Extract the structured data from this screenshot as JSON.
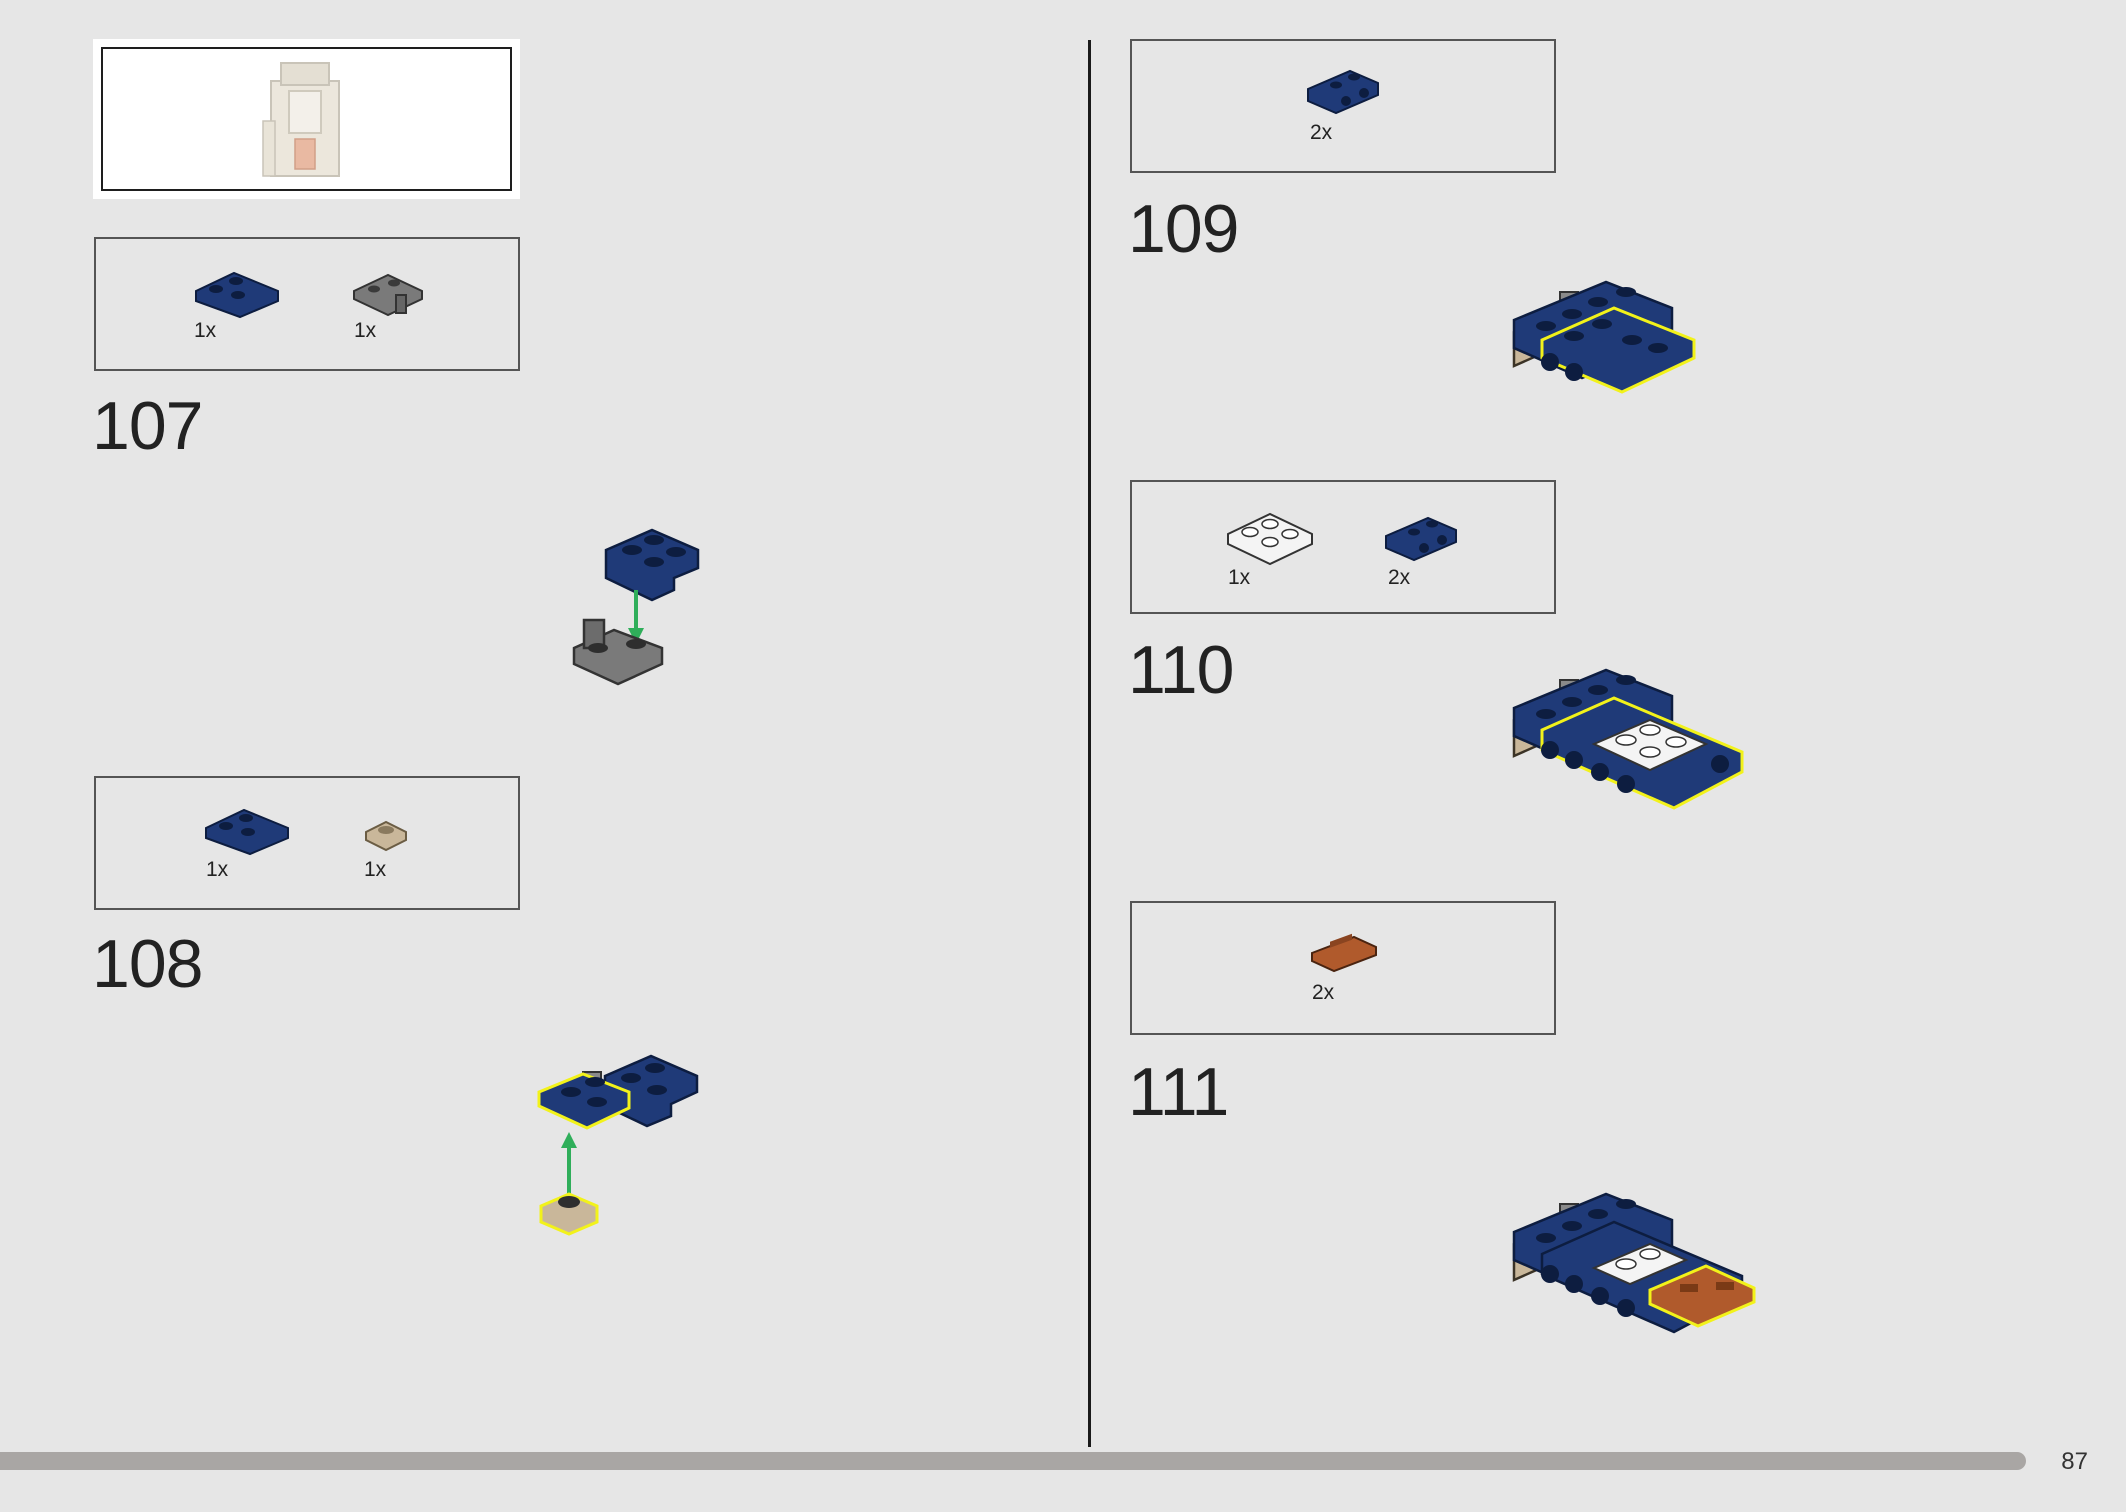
{
  "page": {
    "page_number": "87"
  },
  "steps": [
    {
      "number": "107",
      "parts": [
        {
          "qty": "1x",
          "part": "dark-blue-corner-plate"
        },
        {
          "qty": "1x",
          "part": "gray-bracket-plate"
        }
      ]
    },
    {
      "number": "108",
      "parts": [
        {
          "qty": "1x",
          "part": "dark-blue-corner-plate"
        },
        {
          "qty": "1x",
          "part": "tan-round-plate"
        }
      ]
    },
    {
      "number": "109",
      "parts": [
        {
          "qty": "2x",
          "part": "dark-blue-plate-1x2-with-pins"
        }
      ]
    },
    {
      "number": "110",
      "parts": [
        {
          "qty": "1x",
          "part": "white-plate-2x2"
        },
        {
          "qty": "2x",
          "part": "dark-blue-plate-1x2-with-pins"
        }
      ]
    },
    {
      "number": "111",
      "parts": [
        {
          "qty": "2x",
          "part": "reddish-brown-tile-1x2"
        }
      ]
    }
  ],
  "colors": {
    "background": "#e6e6e6",
    "dark_blue": "#1f3a78",
    "gray": "#7a7a7a",
    "tan": "#c9b79a",
    "white_brick": "#f4f4f4",
    "reddish_brown": "#b05a2c",
    "highlight": "#f2f21a",
    "arrow": "#2fae5a",
    "progress_bar": "#a9a6a4"
  }
}
